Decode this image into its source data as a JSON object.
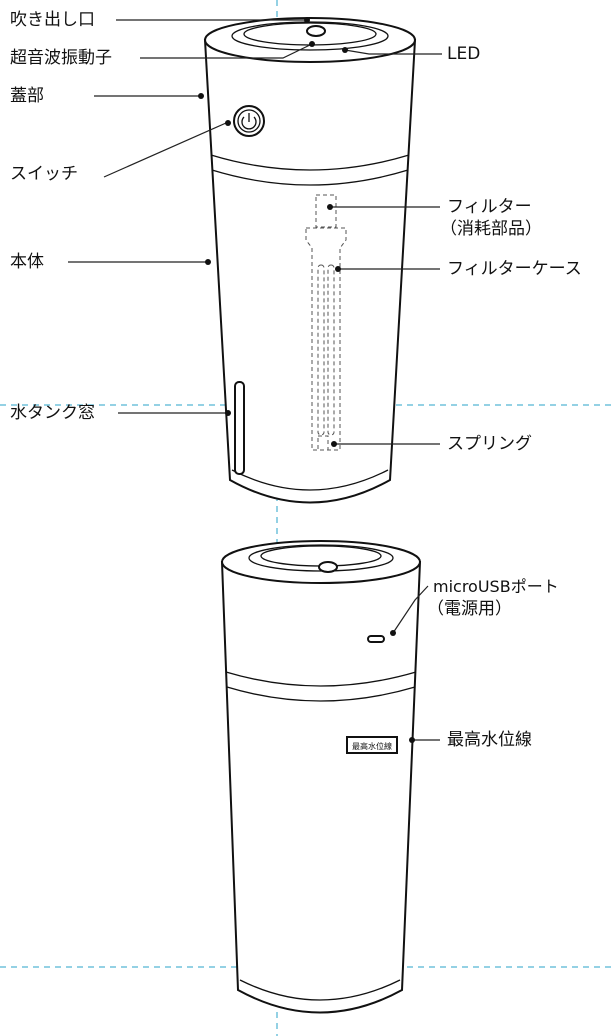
{
  "labels": {
    "outlet": "吹き出し口",
    "ultrasonic": "超音波振動子",
    "lid": "蓋部",
    "switch": "スイッチ",
    "body": "本体",
    "tank_window": "水タンク窓",
    "led": "LED",
    "filter_line1": "フィルター",
    "filter_line2": "（消耗部品）",
    "filter_case": "フィルターケース",
    "spring": "スプリング",
    "usb_line1": "microUSBポート",
    "usb_line2": "（電源用）",
    "max_water": "最高水位線"
  },
  "sticker_text": "最高水位線",
  "colors": {
    "guide_line": "#2aa3c9",
    "outline": "#111111"
  }
}
